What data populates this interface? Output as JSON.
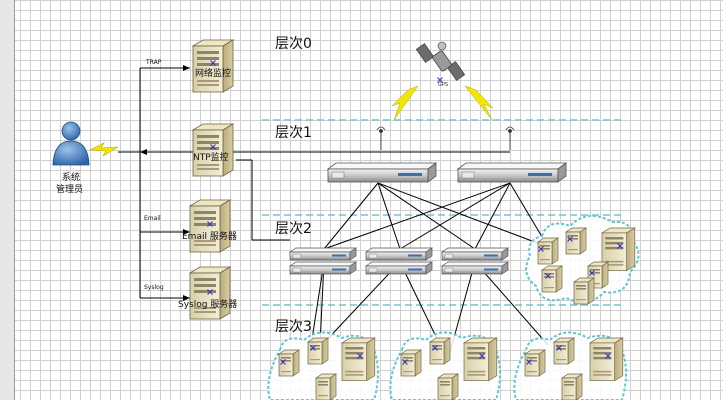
{
  "layers": [
    "层次0",
    "层次1",
    "层次2",
    "层次3"
  ],
  "admin": {
    "label_1": "系统",
    "label_2": "管理员"
  },
  "servers": {
    "network_monitor": "网络监控",
    "ntp_monitor": "NTP监控",
    "email_server": "Email 服务器",
    "syslog_server": "Syslog 服务器"
  },
  "links": {
    "trap": "TRAP",
    "email": "Email",
    "syslog": "Syslog"
  },
  "satellite": {
    "label": "GPS"
  },
  "colors": {
    "dashed_line": "#6fc9cf",
    "lightning": "#f2e600",
    "cloud_border": "#5fc7d0",
    "line": "#000000"
  }
}
